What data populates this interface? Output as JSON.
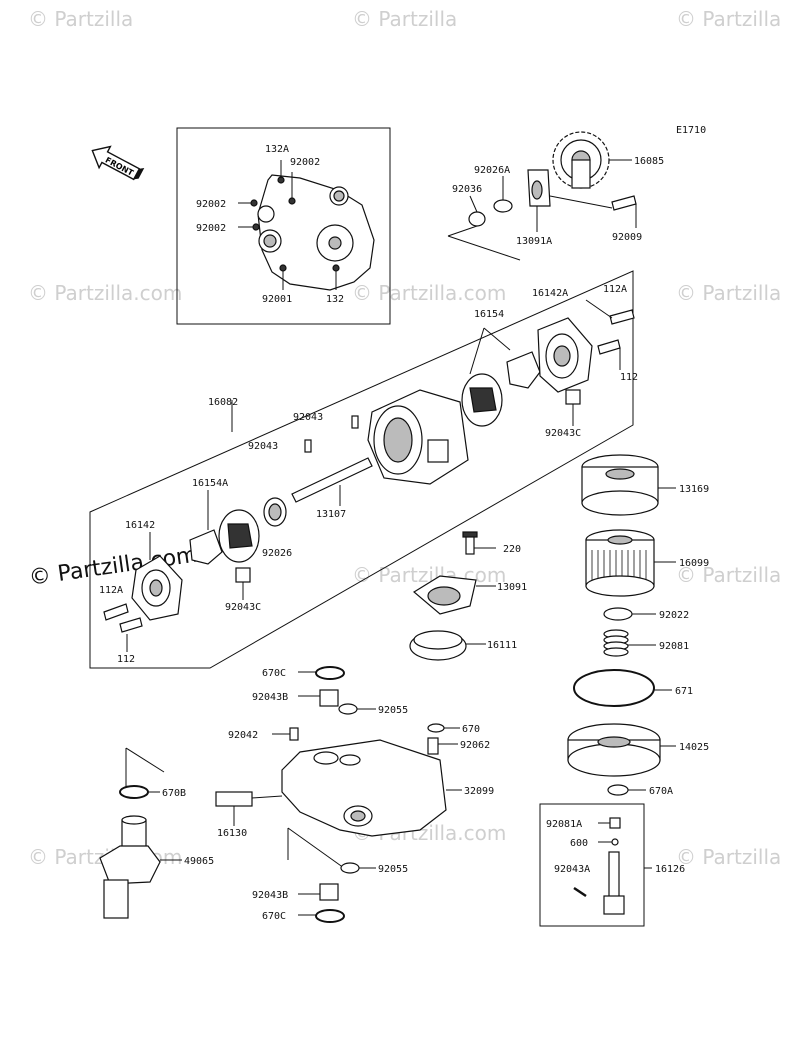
{
  "diagram": {
    "code": "E1710",
    "front_label": "FRONT",
    "watermark": "© Partzilla.com",
    "watermark_short": "© Partzilla",
    "colors": {
      "ink": "#111111",
      "watermark": "#cfcfcf",
      "background": "#ffffff"
    },
    "labels": {
      "l132A": "132A",
      "l92002a": "92002",
      "l92002b": "92002",
      "l92002c": "92002",
      "l92001": "92001",
      "l132": "132",
      "l92026A": "92026A",
      "l92036": "92036",
      "l16085": "16085",
      "l13091A": "13091A",
      "l92009": "92009",
      "l16142A": "16142A",
      "l112A_r": "112A",
      "l16154": "16154",
      "l112_r": "112",
      "l92043C_r": "92043C",
      "l16082": "16082",
      "l92043_a": "92043",
      "l92043_b": "92043",
      "l13107": "13107",
      "l16154A": "16154A",
      "l16142": "16142",
      "l92026": "92026",
      "l92043C_l": "92043C",
      "l112A_l": "112A",
      "l112_l": "112",
      "l13169": "13169",
      "l16099": "16099",
      "l220": "220",
      "l13091": "13091",
      "l92022": "92022",
      "l92081": "92081",
      "l16111": "16111",
      "l671": "671",
      "l670C_t": "670C",
      "l92043B_t": "92043B",
      "l92055_t": "92055",
      "l670": "670",
      "l92042": "92042",
      "l92062": "92062",
      "l14025": "14025",
      "l670B": "670B",
      "l32099": "32099",
      "l670A": "670A",
      "l16130": "16130",
      "l92081A": "92081A",
      "l600": "600",
      "l49065": "49065",
      "l92055_b": "92055",
      "l92043A": "92043A",
      "l16126": "16126",
      "l92043B_b": "92043B",
      "l670C_b": "670C"
    }
  }
}
